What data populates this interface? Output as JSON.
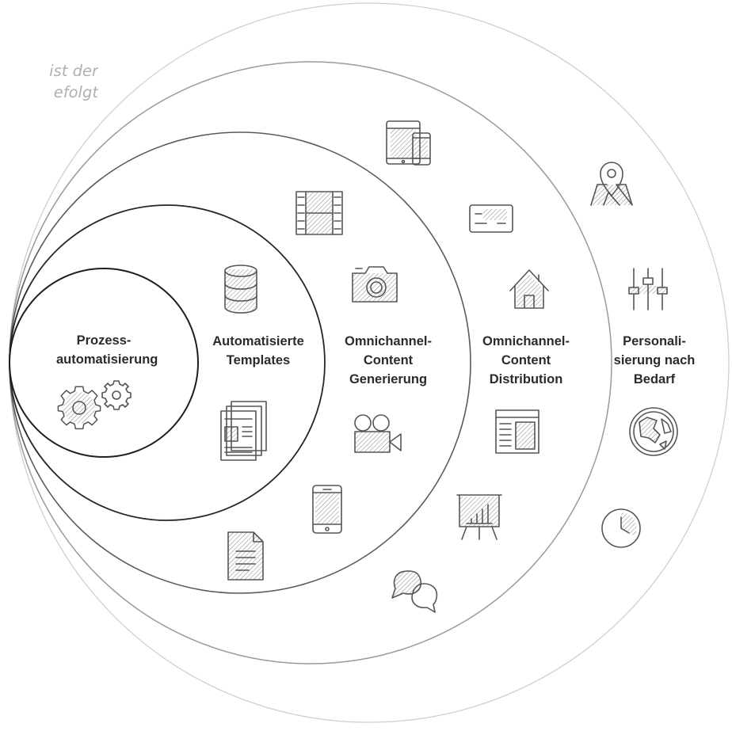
{
  "intro_text": {
    "line1": "ist der",
    "line2": "efolgt"
  },
  "rings": [
    {
      "id": "prozessautomatisierung",
      "label_lines": [
        "Prozess-",
        "automatisierung"
      ],
      "icons": [
        "gears-icon"
      ]
    },
    {
      "id": "automatisierte-templates",
      "label_lines": [
        "Automatisierte",
        "Templates"
      ],
      "icons": [
        "database-icon",
        "documents-stack-icon",
        "text-document-icon"
      ]
    },
    {
      "id": "omnichannel-content-generierung",
      "label_lines": [
        "Omnichannel-",
        "Content",
        "Generierung"
      ],
      "icons": [
        "film-strip-icon",
        "camera-icon",
        "video-camera-icon",
        "smartphone-icon"
      ]
    },
    {
      "id": "omnichannel-content-distribution",
      "label_lines": [
        "Omnichannel-",
        "Content",
        "Distribution"
      ],
      "icons": [
        "tablet-phone-icon",
        "credit-card-icon",
        "house-icon",
        "newsletter-icon",
        "presentation-chart-icon",
        "chat-bubbles-icon"
      ]
    },
    {
      "id": "personalisierung-nach-bedarf",
      "label_lines": [
        "Personali-",
        "sierung nach",
        "Bedarf"
      ],
      "icons": [
        "map-pin-icon",
        "sliders-icon",
        "globe-icon",
        "clock-icon"
      ]
    }
  ],
  "colors": {
    "ring1": "#1e1e1e",
    "ring2": "#262626",
    "ring3": "#5a5a5a",
    "ring4": "#9a9a9a",
    "ring5": "#cfcfcf",
    "label": "#2b2b2b",
    "intro": "#b0b0b0",
    "icon": "#555555"
  }
}
